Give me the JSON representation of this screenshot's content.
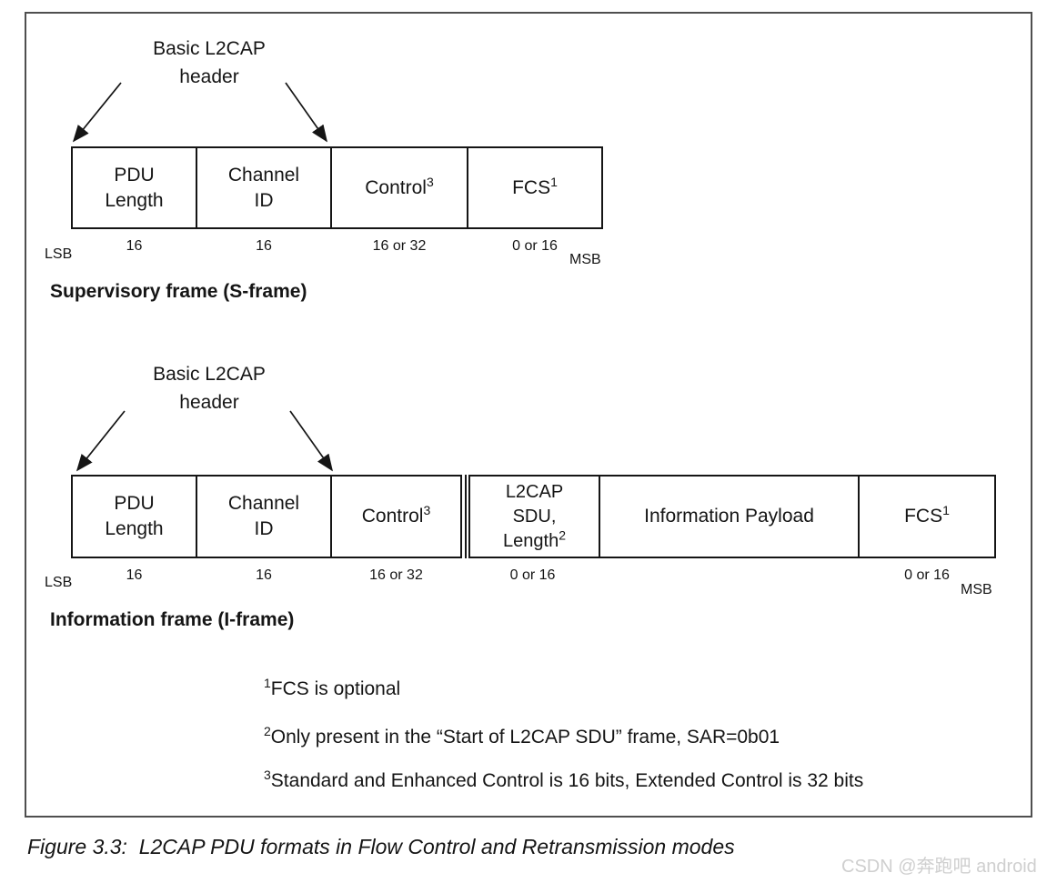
{
  "s_frame": {
    "header_label": "Basic L2CAP\nheader",
    "title": "Supervisory frame (S-frame)",
    "lsb": "LSB",
    "msb": "MSB",
    "cells": [
      {
        "label": "PDU\nLength",
        "sup": "",
        "bits": "16"
      },
      {
        "label": "Channel\nID",
        "sup": "",
        "bits": "16"
      },
      {
        "label": "Control",
        "sup": "3",
        "bits": "16 or 32"
      },
      {
        "label": "FCS",
        "sup": "1",
        "bits": "0 or 16"
      }
    ]
  },
  "i_frame": {
    "header_label": "Basic L2CAP\nheader",
    "title": "Information frame (I-frame)",
    "lsb": "LSB",
    "msb": "MSB",
    "cells": [
      {
        "label": "PDU\nLength",
        "sup": "",
        "bits": "16"
      },
      {
        "label": "Channel\nID",
        "sup": "",
        "bits": "16"
      },
      {
        "label": "Control",
        "sup": "3",
        "bits": "16 or 32"
      },
      {
        "label": "L2CAP\nSDU,\nLength",
        "sup": "2",
        "bits": "0 or 16"
      },
      {
        "label": "Information Payload",
        "sup": "",
        "bits": ""
      },
      {
        "label": "FCS",
        "sup": "1",
        "bits": "0 or 16"
      }
    ]
  },
  "footnotes": [
    {
      "sup": "1",
      "text": "FCS is optional"
    },
    {
      "sup": "2",
      "text": "Only present in the “Start of L2CAP SDU” frame, SAR=0b01"
    },
    {
      "sup": "3",
      "text": "Standard and Enhanced Control is 16 bits, Extended Control is 32 bits"
    }
  ],
  "caption": "Figure 3.3:  L2CAP PDU formats in Flow Control and Retransmission modes",
  "watermark": "CSDN @奔跑吧 android"
}
